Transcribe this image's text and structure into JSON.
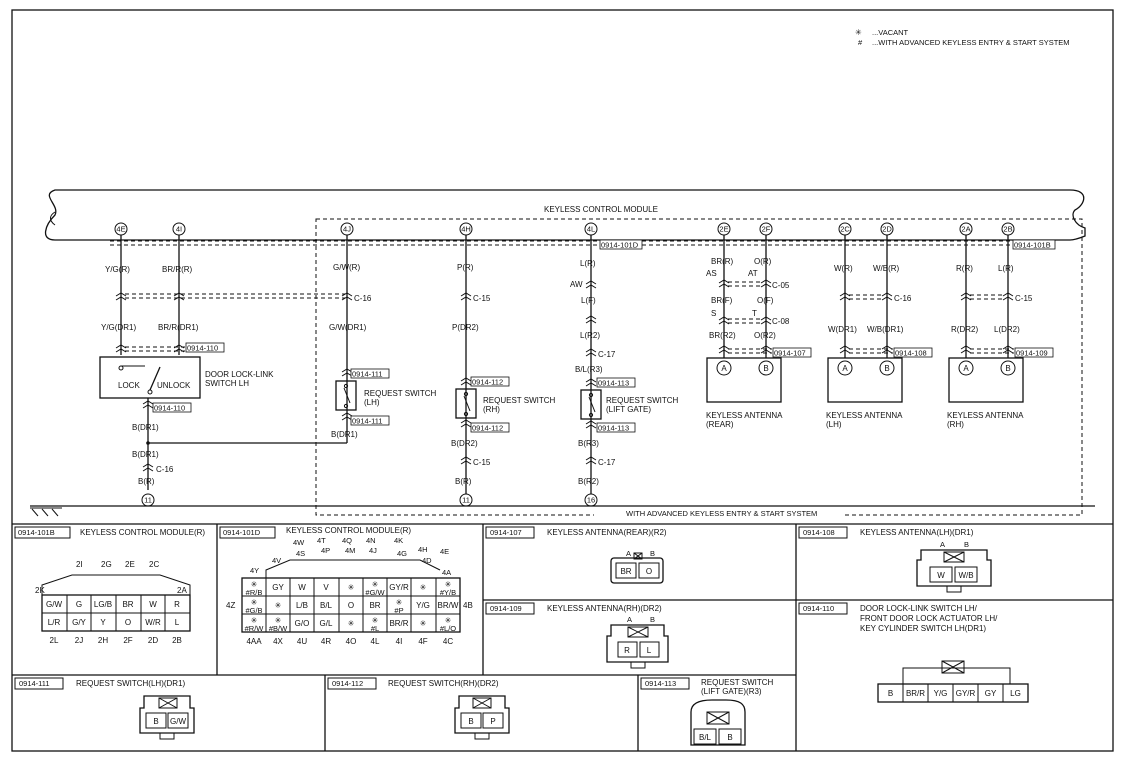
{
  "legend": {
    "vacant_symbol": "✳",
    "vacant_text": "...VACANT",
    "advanced_symbol": "#",
    "advanced_text": "...WITH ADVANCED KEYLESS ENTRY & START SYSTEM"
  },
  "module_title": "KEYLESS CONTROL MODULE",
  "advanced_system_label": "WITH ADVANCED KEYLESS ENTRY & START SYSTEM",
  "terminals": [
    "4E",
    "4I",
    "4J",
    "4H",
    "4L",
    "2E",
    "2F",
    "2C",
    "2D",
    "2A",
    "2B"
  ],
  "bus_connectors": {
    "left": "0914-101D",
    "right": "0914-101B"
  },
  "wires": {
    "c4e": {
      "top": "Y/G(R)",
      "bottom": "Y/G(DR1)"
    },
    "c4i": {
      "top": "BR/R(R)",
      "bottom": "BR/R(DR1)"
    },
    "c4j": {
      "top": "G/W(R)",
      "bottom": "G/W(DR1)",
      "mid_connector": "C-16",
      "lower": "B(DR1)"
    },
    "c4h": {
      "top": "P(R)",
      "connector": "C-15",
      "bottom": "P(DR2)",
      "lower": "B(DR2)",
      "lower_connector": "C-15",
      "ground_wire": "B(R)",
      "ground_no": "11"
    },
    "c4l": {
      "top": "L(R)",
      "aw": "AW",
      "f": "L(F)",
      "r2": "L(R2)",
      "c17": "C-17",
      "r3": "B/L(R3)",
      "lower": "B(R3)",
      "lower_connector": "C-17",
      "ground_wire": "B(R2)",
      "ground_no": "16"
    },
    "c2e": {
      "top": "BR(R)",
      "as": "AS",
      "mid": "BR(F)",
      "s": "S",
      "bottom": "BR(R2)"
    },
    "c2f": {
      "top": "O(R)",
      "at": "AT",
      "c05": "C-05",
      "mid": "O(F)",
      "t": "T",
      "c08": "C-08",
      "bottom": "O(R2)"
    },
    "c2c": {
      "top": "W(R)",
      "bottom": "W(DR1)"
    },
    "c2d": {
      "top": "W/B(R)",
      "connector": "C-16",
      "bottom": "W/B(DR1)"
    },
    "c2a": {
      "top": "R(R)",
      "bottom": "R(DR2)"
    },
    "c2b": {
      "top": "L(R)",
      "connector": "C-15",
      "bottom": "L(DR2)"
    }
  },
  "left_branch": {
    "c16": "C-16",
    "dr1_a": "B(DR1)",
    "dr1_b": "B(DR1)",
    "ground_wire": "B(R)",
    "ground_no": "11"
  },
  "components": {
    "door_switch": {
      "lock": "LOCK",
      "unlock": "UNLOCK",
      "name": "DOOR LOCK-LINK",
      "name2": "SWITCH LH",
      "conn_top": "0914-110",
      "conn_bottom": "0914-110"
    },
    "req_lh": {
      "name": "REQUEST SWITCH",
      "name2": "(LH)",
      "conn_top": "0914-111",
      "conn_bottom": "0914-111"
    },
    "req_rh": {
      "name": "REQUEST SWITCH",
      "name2": "(RH)",
      "conn_top": "0914-112",
      "conn_bottom": "0914-112"
    },
    "req_lg": {
      "name": "REQUEST SWITCH",
      "name2": "(LIFT GATE)",
      "conn_top": "0914-113",
      "conn_bottom": "0914-113"
    },
    "ant_rear": {
      "a": "A",
      "b": "B",
      "name": "KEYLESS ANTENNA",
      "name2": "(REAR)",
      "conn": "0914-107"
    },
    "ant_lh": {
      "a": "A",
      "b": "B",
      "name": "KEYLESS ANTENNA",
      "name2": "(LH)",
      "conn": "0914-108"
    },
    "ant_rh": {
      "a": "A",
      "b": "B",
      "name": "KEYLESS ANTENNA",
      "name2": "(RH)",
      "conn": "0914-109"
    }
  },
  "connector_views": {
    "p101b": {
      "code": "0914-101B",
      "title": "KEYLESS CONTROL MODULE(R)",
      "top_pins": [
        "2I",
        "2G",
        "2E",
        "2C"
      ],
      "left_top": "2K",
      "right_top": "2A",
      "row1": [
        "G/W",
        "G",
        "LG/B",
        "BR",
        "W",
        "R"
      ],
      "row2": [
        "L/R",
        "G/Y",
        "Y",
        "O",
        "W/R",
        "L"
      ],
      "bottom_pins": [
        "2L",
        "2J",
        "2H",
        "2F",
        "2D",
        "2B"
      ]
    },
    "p101d": {
      "code": "0914-101D",
      "title": "KEYLESS CONTROL MODULE(R)",
      "top_pins": [
        "4W",
        "4T",
        "4Q",
        "4N",
        "4K",
        "4S",
        "4P",
        "4M",
        "4J",
        "4G",
        "4H",
        "4D",
        "4E",
        "4Y",
        "4V",
        "4A"
      ],
      "side_left": "4Z",
      "side_right": "4B",
      "row1": [
        "✳",
        "GY",
        "W",
        "V",
        "✳",
        "✳",
        "GY/R",
        "✳",
        "✳"
      ],
      "row1_sub": [
        "#R/B",
        "",
        "",
        "",
        "",
        "#G/W",
        "",
        "",
        "#Y/B"
      ],
      "row2": [
        "✳",
        "✳",
        "L/B",
        "B/L",
        "O",
        "BR",
        "✳",
        "Y/G",
        "BR/W"
      ],
      "row2_sub": [
        "#G/B",
        "",
        "",
        "",
        "",
        "",
        "#P",
        "",
        ""
      ],
      "row3": [
        "✳",
        "✳",
        "G/O",
        "G/L",
        "✳",
        "✳",
        "BR/R",
        "✳",
        "✳"
      ],
      "row3_sub": [
        "#R/W",
        "#B/W",
        "",
        "",
        "",
        "#L",
        "",
        "",
        "#L/O"
      ],
      "bottom_pins": [
        "4AA",
        "4X",
        "4U",
        "4R",
        "4O",
        "4L",
        "4I",
        "4F",
        "4C"
      ]
    },
    "p107": {
      "code": "0914-107",
      "title": "KEYLESS ANTENNA(REAR)(R2)",
      "pins": [
        "A",
        "B"
      ],
      "cells": [
        "BR",
        "O"
      ]
    },
    "p108": {
      "code": "0914-108",
      "title": "KEYLESS ANTENNA(LH)(DR1)",
      "pins": [
        "A",
        "B"
      ],
      "cells": [
        "W",
        "W/B"
      ]
    },
    "p109": {
      "code": "0914-109",
      "title": "KEYLESS ANTENNA(RH)(DR2)",
      "pins": [
        "A",
        "B"
      ],
      "cells": [
        "R",
        "L"
      ]
    },
    "p110": {
      "code": "0914-110",
      "title": "DOOR LOCK-LINK SWITCH LH/",
      "title2": "FRONT DOOR LOCK ACTUATOR LH/",
      "title3": "KEY CYLINDER SWITCH LH(DR1)",
      "cells": [
        "B",
        "BR/R",
        "Y/G",
        "GY/R",
        "GY",
        "LG"
      ]
    },
    "p111": {
      "code": "0914-111",
      "title": "REQUEST SWITCH(LH)(DR1)",
      "cells": [
        "B",
        "G/W"
      ]
    },
    "p112": {
      "code": "0914-112",
      "title": "REQUEST SWITCH(RH)(DR2)",
      "cells": [
        "B",
        "P"
      ]
    },
    "p113": {
      "code": "0914-113",
      "title": "REQUEST SWITCH",
      "title2": "(LIFT GATE)(R3)",
      "cells": [
        "B/L",
        "B"
      ]
    }
  }
}
